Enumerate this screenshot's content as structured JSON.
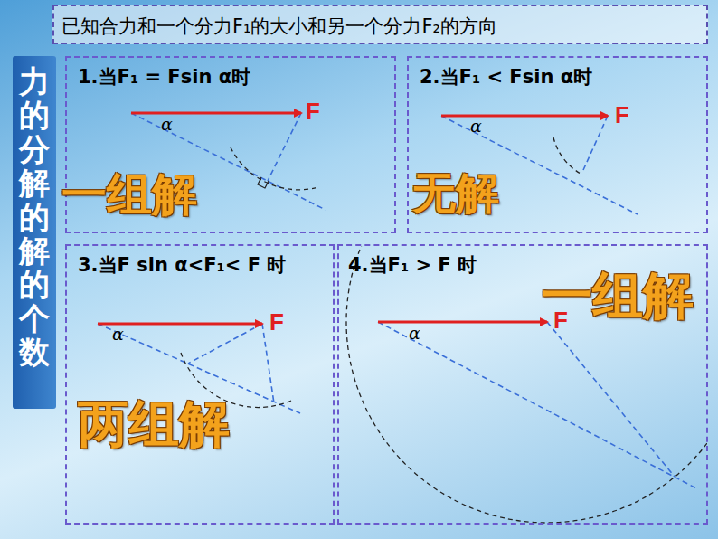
{
  "diagram": {
    "title": "已知合力和一个分力F₁的大小和另一个分力F₂的方向",
    "nodes": [
      {
        "text": [
          "力的分解的解的个数"
        ]
      },
      {
        "text": [
          "1.当F₁ = Fsin α时",
          "一组解"
        ]
      },
      {
        "text": [
          "2.当F₁ < Fsin α时",
          "无解"
        ]
      },
      {
        "text": [
          "3.当F sin α<F₁< F 时",
          "两组解"
        ]
      },
      {
        "text": [
          "4.当F₁ > F 时",
          "一组解"
        ]
      }
    ],
    "labels": [
      "α",
      "F",
      "α",
      "F",
      "α",
      "F",
      "α",
      "F"
    ]
  }
}
